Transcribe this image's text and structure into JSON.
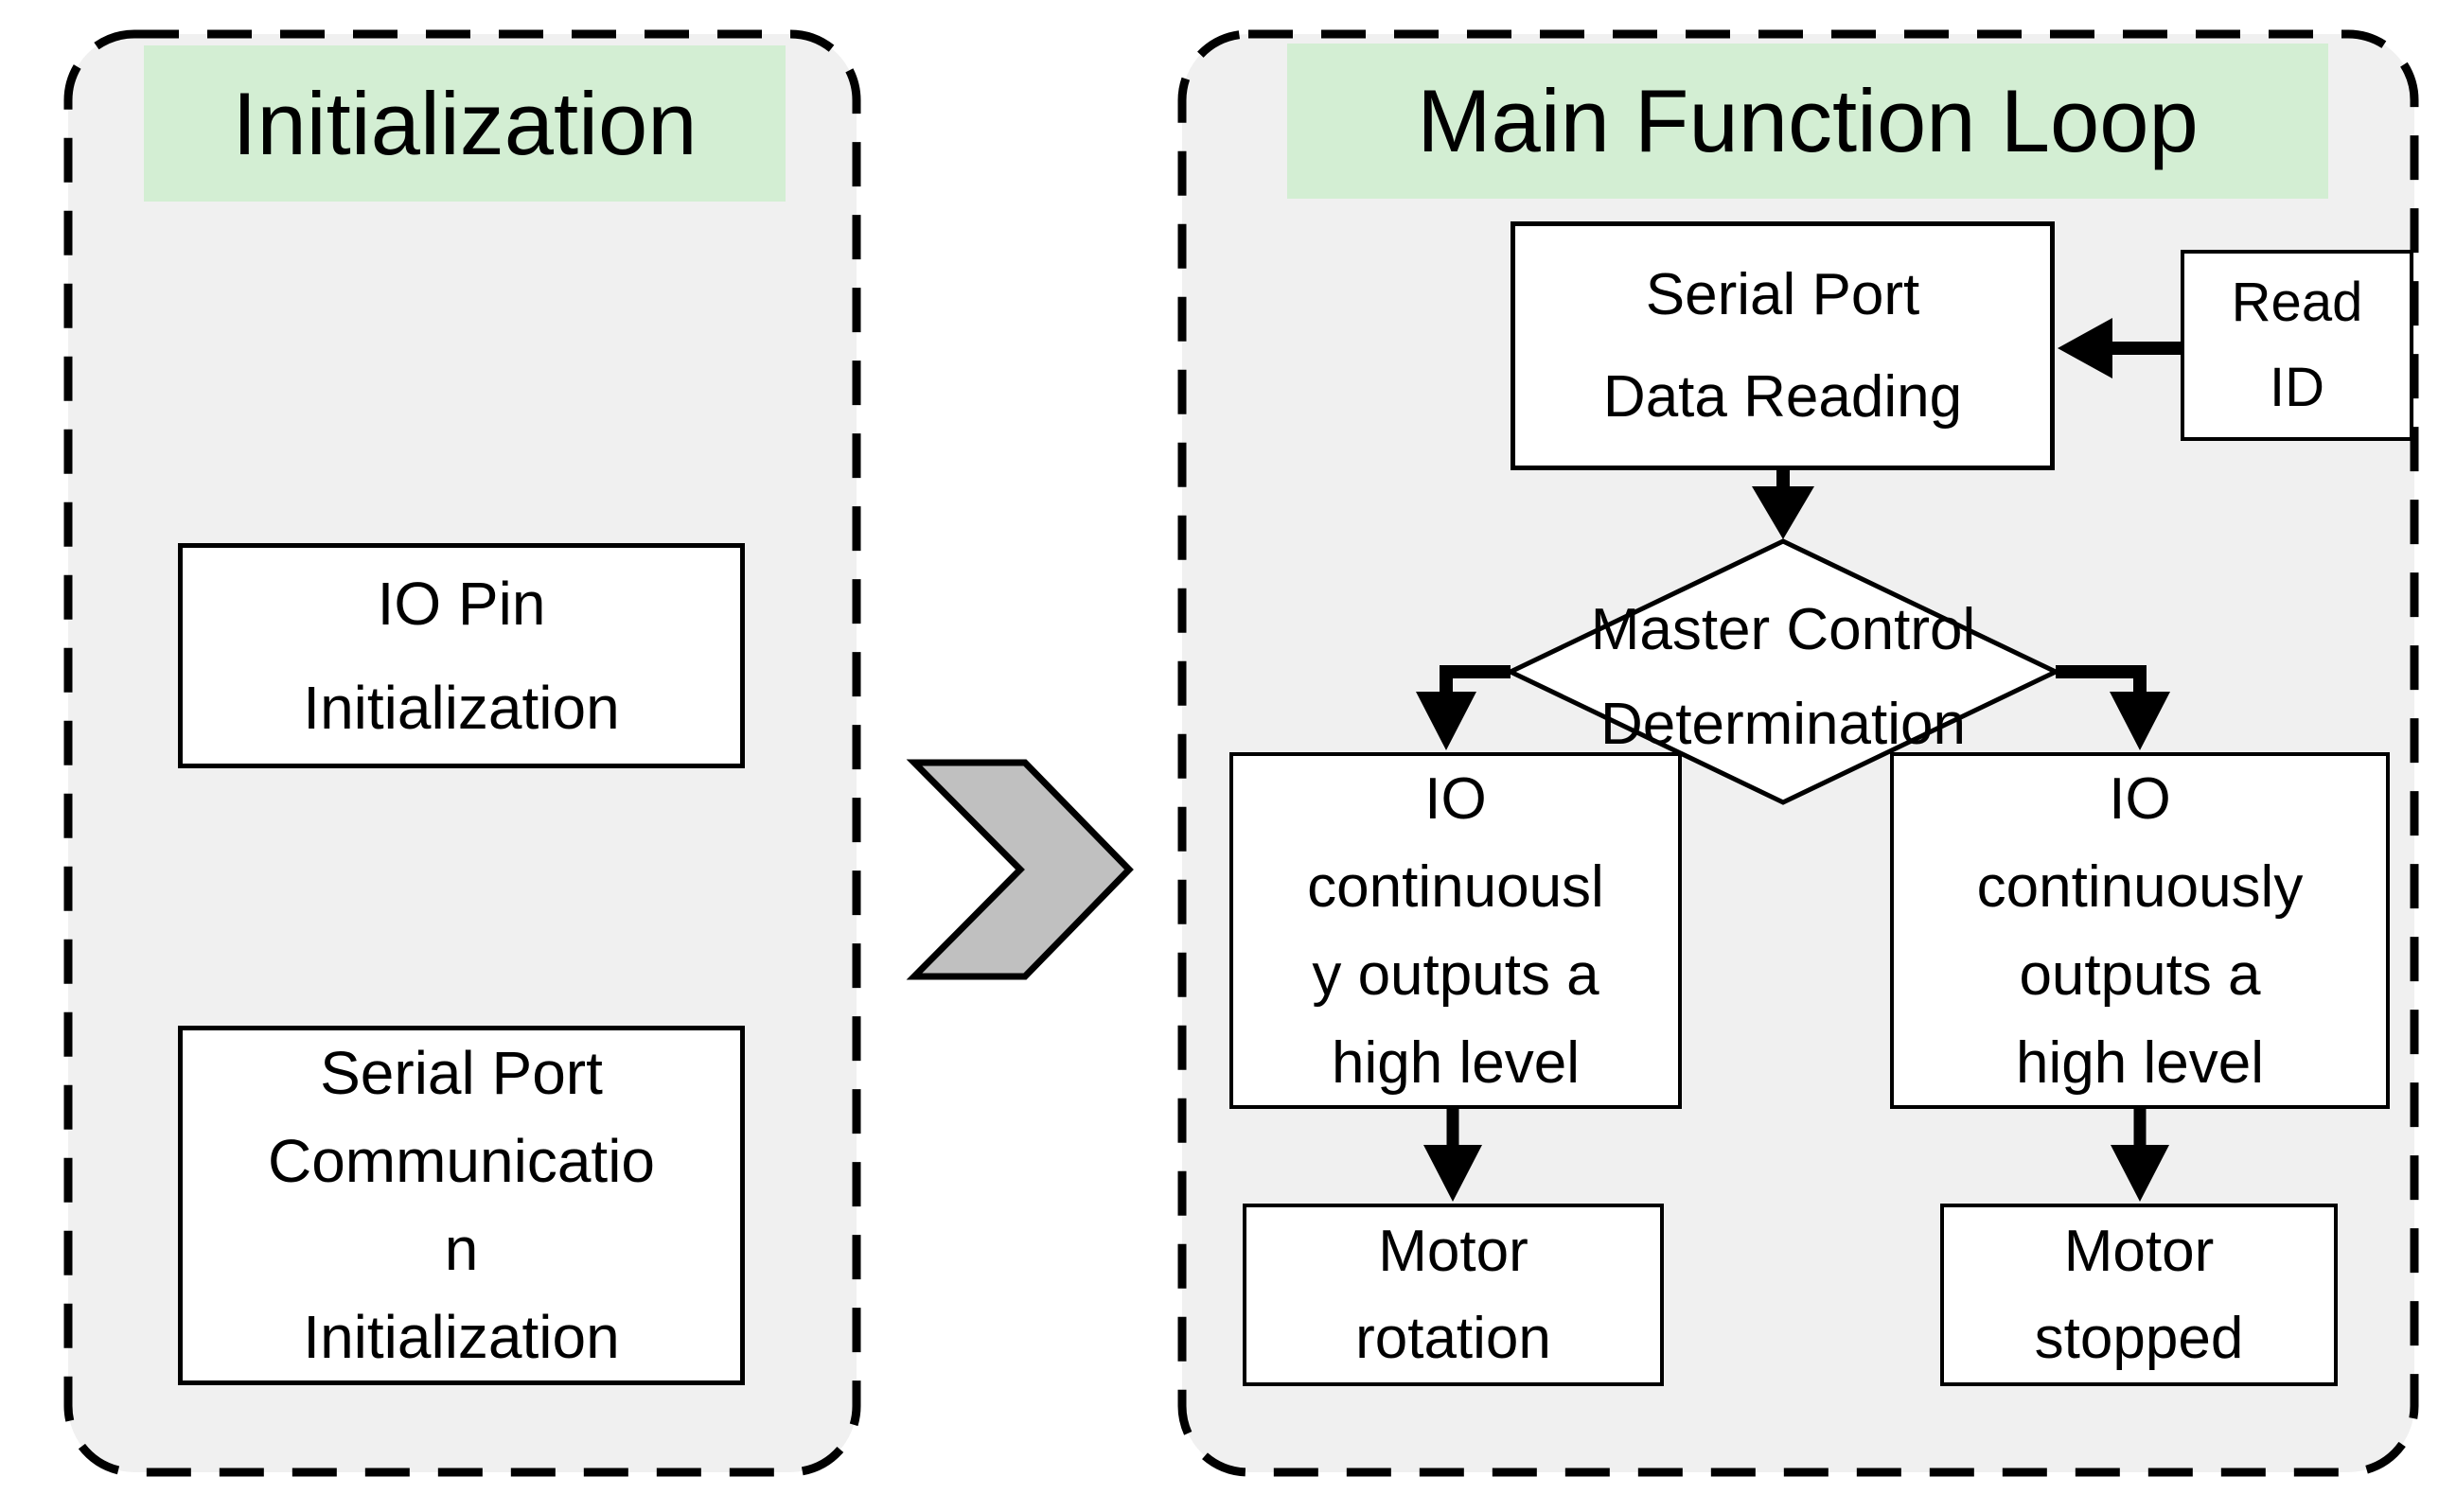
{
  "colors": {
    "panel-bg": "#f0f0f0",
    "title-bg": "#d3eed3",
    "chevron-fill": "#c0c0c0",
    "line-color": "#000000",
    "box-bg": "#ffffff"
  },
  "left_panel": {
    "title": "Initialization",
    "io_pin_box": {
      "lines": [
        "IO Pin",
        "Initialization"
      ]
    },
    "serial_comm_box": {
      "lines": [
        "Serial Port",
        "Communicatio",
        "n",
        "Initialization"
      ]
    }
  },
  "right_panel": {
    "title": "Main Function Loop",
    "serial_read_box": {
      "lines": [
        "Serial Port",
        "Data Reading"
      ]
    },
    "read_id_box": {
      "lines": [
        "Read",
        "ID"
      ]
    },
    "decision_diamond": {
      "lines": [
        "Master Control",
        "Determination"
      ]
    },
    "io_left_box": {
      "lines": [
        "IO",
        "continuousl",
        "y outputs a",
        "high level"
      ]
    },
    "io_right_box": {
      "lines": [
        "IO",
        "continuously",
        "outputs a",
        "high level"
      ]
    },
    "motor_left_box": {
      "lines": [
        "Motor",
        "rotation"
      ]
    },
    "motor_right_box": {
      "lines": [
        "Motor",
        "stopped"
      ]
    }
  }
}
